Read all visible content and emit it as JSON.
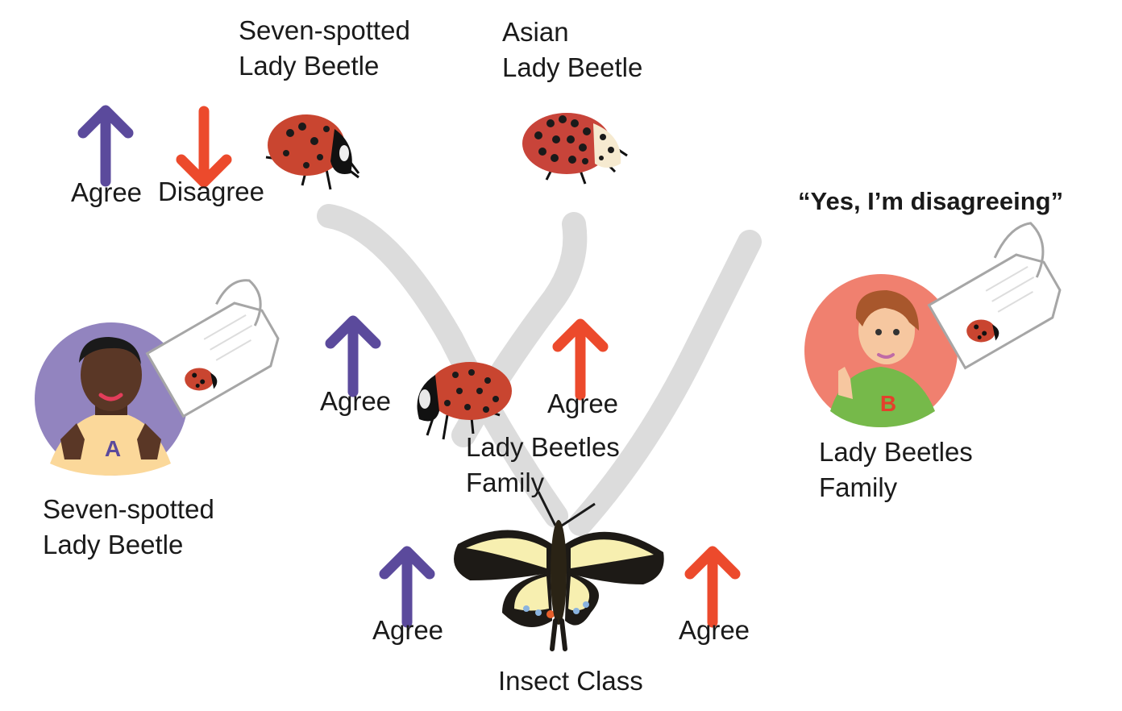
{
  "colors": {
    "agree_purple": "#5b4a9c",
    "disagree_red": "#ec4a2c",
    "agree_red": "#ec4a2c",
    "tree_branch": "#dcdcdc",
    "student_a_circle": "#9284bf",
    "student_b_circle": "#f0806f",
    "tag_outline": "#a6a6a6"
  },
  "labels": {
    "seven_spotted_top": [
      "Seven-spotted",
      "Lady Beetle"
    ],
    "asian_top": [
      "Asian",
      "Lady Beetle"
    ],
    "family_center": [
      "Lady Beetles",
      "Family"
    ],
    "insect_class": "Insect Class",
    "student_a_label": [
      "Seven-spotted",
      "Lady Beetle"
    ],
    "student_b_label": [
      "Lady Beetles",
      "Family"
    ]
  },
  "votes": {
    "top_purple": "Agree",
    "top_red": "Disagree",
    "middle_purple": "Agree",
    "middle_red": "Agree",
    "bottom_purple": "Agree",
    "bottom_red": "Agree"
  },
  "quote": "“Yes, I’m disagreeing”",
  "students": {
    "a": {
      "letter": "A"
    },
    "b": {
      "letter": "B"
    }
  },
  "icons": [
    "seven-spotted-lady-beetle-icon",
    "asian-lady-beetle-icon",
    "family-lady-beetle-icon",
    "swallowtail-butterfly-icon",
    "up-arrow-icon",
    "down-arrow-icon",
    "student-avatar-icon",
    "id-tag-icon",
    "tree-branch-icon"
  ]
}
